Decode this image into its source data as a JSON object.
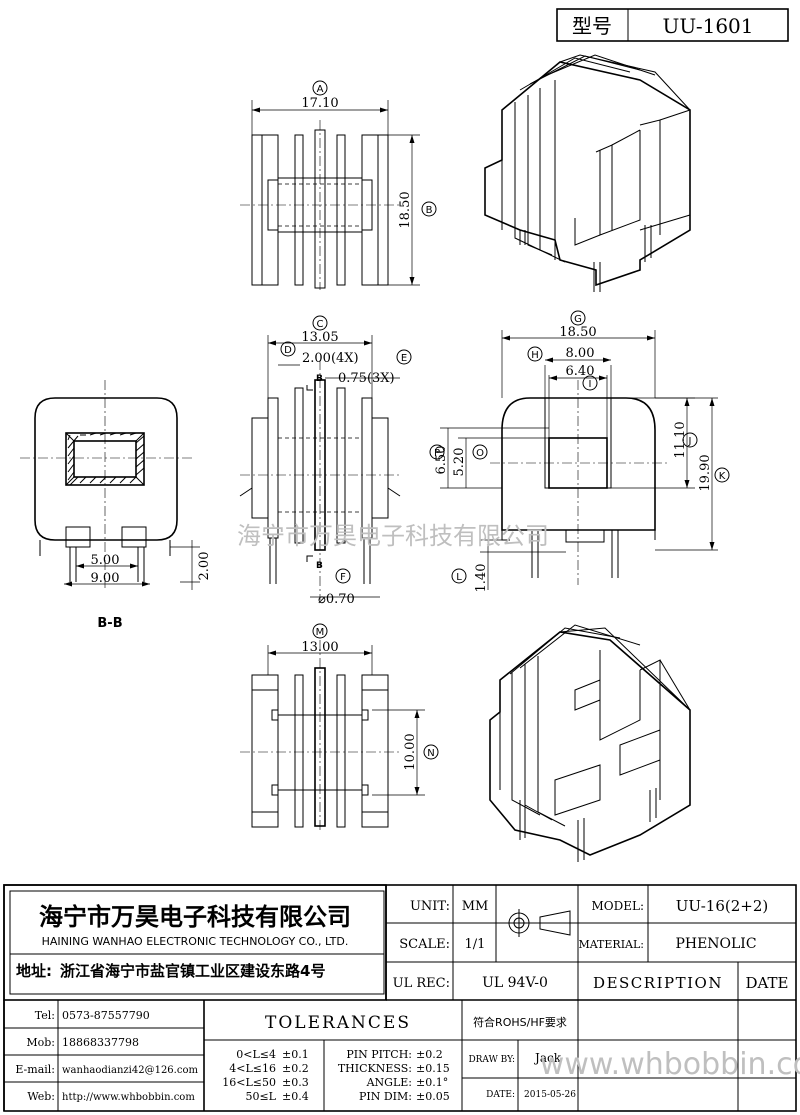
{
  "model_box": {
    "label": "型号",
    "value": "UU-1601"
  },
  "dims": {
    "A": {
      "tag": "A",
      "value": "17.10"
    },
    "B": {
      "tag": "B",
      "value": "18.50"
    },
    "C": {
      "tag": "C",
      "value": "13.05"
    },
    "D": {
      "tag": "D",
      "value": "2.00(4X)"
    },
    "E": {
      "tag": "E",
      "value": "0.75(3X)"
    },
    "F": {
      "tag": "F",
      "value": "⌀0.70"
    },
    "G": {
      "tag": "G",
      "value": "18.50"
    },
    "H": {
      "tag": "H",
      "value": "8.00"
    },
    "I": {
      "tag": "I",
      "value": "6.40"
    },
    "J": {
      "tag": "J",
      "value": "11.10"
    },
    "K": {
      "tag": "K",
      "value": "19.90"
    },
    "L": {
      "tag": "L",
      "value": "1.40"
    },
    "M": {
      "tag": "M",
      "value": "13.00"
    },
    "N": {
      "tag": "N",
      "value": "10.00"
    },
    "O": {
      "tag": "O",
      "value": "5.20"
    },
    "P": {
      "tag": "P",
      "value": "6.50"
    },
    "bb_inner": "5.00",
    "bb_outer": "9.00",
    "bb_height": "2.00"
  },
  "section_marks": {
    "b": "B",
    "label": "B-B"
  },
  "watermark_center": "海宁市万昊电子科技有限公司",
  "company": {
    "name_cn": "海宁市万昊电子科技有限公司",
    "name_en": "HAINING WANHAO ELECTRONIC TECHNOLOGY CO., LTD.",
    "address_label": "地址:",
    "address": "浙江省海宁市盐官镇工业区建设东路4号"
  },
  "contacts": [
    {
      "label": "Tel:",
      "value": "0573-87557790"
    },
    {
      "label": "Mob:",
      "value": "18868337798"
    },
    {
      "label": "E-mail:",
      "value": "wanhaodianzi42@126.com"
    },
    {
      "label": "Web:",
      "value": "http://www.whbobbin.com"
    }
  ],
  "title_block": {
    "unit_label": "UNIT:",
    "unit_value": "MM",
    "scale_label": "SCALE:",
    "scale_value": "1/1",
    "ulrec_label": "UL REC:",
    "ulrec_value": "UL 94V-0",
    "model_label": "MODEL:",
    "model_value": "UU-16(2+2)",
    "material_label": "MATERIAL:",
    "material_value": "PHENOLIC",
    "description_label": "DESCRIPTION",
    "date_label": "DATE",
    "tolerances_title": "TOLERANCES",
    "rohs": "符合ROHS/HF要求",
    "drawby_label": "DRAW BY:",
    "drawby_value": "Jack",
    "date2_label": "DATE:",
    "date2_value": "2015-05-26"
  },
  "tolerances": [
    {
      "range": "0<L≤4",
      "tol": "±0.1"
    },
    {
      "range": "4<L≤16",
      "tol": "±0.2"
    },
    {
      "range": "16<L≤50",
      "tol": "±0.3"
    },
    {
      "range": "50≤L",
      "tol": "±0.4"
    }
  ],
  "pin_tol": [
    {
      "label": "PIN PITCH:",
      "tol": "±0.2"
    },
    {
      "label": "THICKNESS:",
      "tol": "±0.15"
    },
    {
      "label": "ANGLE:",
      "tol": "±0.1°"
    },
    {
      "label": "PIN DIM:",
      "tol": "±0.05"
    }
  ],
  "watermark_url": "www.whbobbin.com"
}
